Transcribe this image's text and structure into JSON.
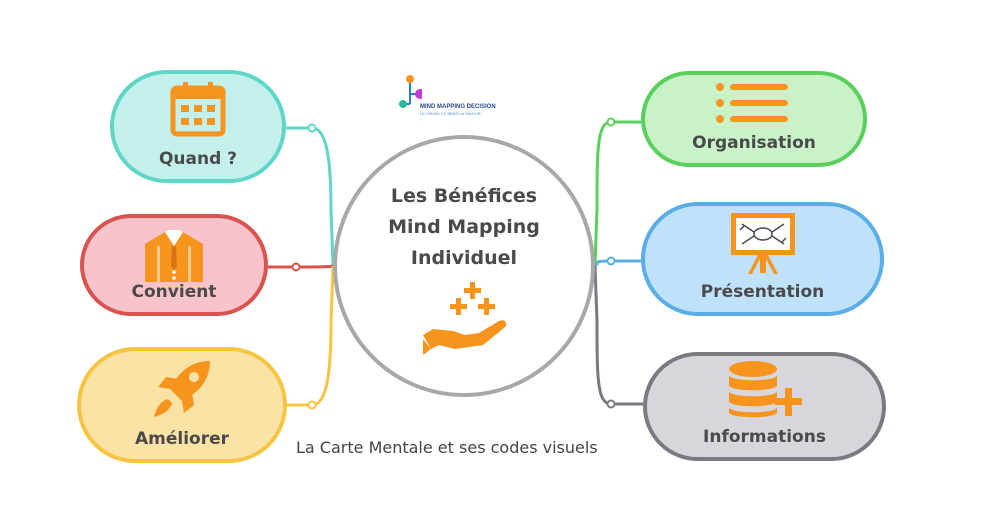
{
  "logo": {
    "name": "MIND MAPPING DECISION",
    "tagline": "LE VISUEL LE SENS LA VALEUR"
  },
  "center": {
    "title": "Les Bénéfices\nMind Mapping\nIndividuel"
  },
  "caption": "La Carte Mentale et ses codes visuels",
  "branches": [
    {
      "label": "Quand ?",
      "icon": "calendar-icon",
      "fill": "#c3f0ea",
      "stroke": "#5fd6c8",
      "side": "left"
    },
    {
      "label": "Convient",
      "icon": "suit-icon",
      "fill": "#f9c3cb",
      "stroke": "#d9534f",
      "side": "left"
    },
    {
      "label": "Améliorer",
      "icon": "rocket-icon",
      "fill": "#fbe3a6",
      "stroke": "#f5c542",
      "side": "left"
    },
    {
      "label": "Organisation",
      "icon": "list-icon",
      "fill": "#c9f2c9",
      "stroke": "#5bcf5b",
      "side": "right"
    },
    {
      "label": "Présentation",
      "icon": "presentation-board-icon",
      "fill": "#bfe2fa",
      "stroke": "#5aaee5",
      "side": "right"
    },
    {
      "label": "Informations",
      "icon": "database-plus-icon",
      "fill": "#d6d6dc",
      "stroke": "#7a7a82",
      "side": "right"
    }
  ],
  "colors": {
    "icon": "#f7941d",
    "center_border": "#a8a8a8",
    "text": "#4a4a4a"
  }
}
